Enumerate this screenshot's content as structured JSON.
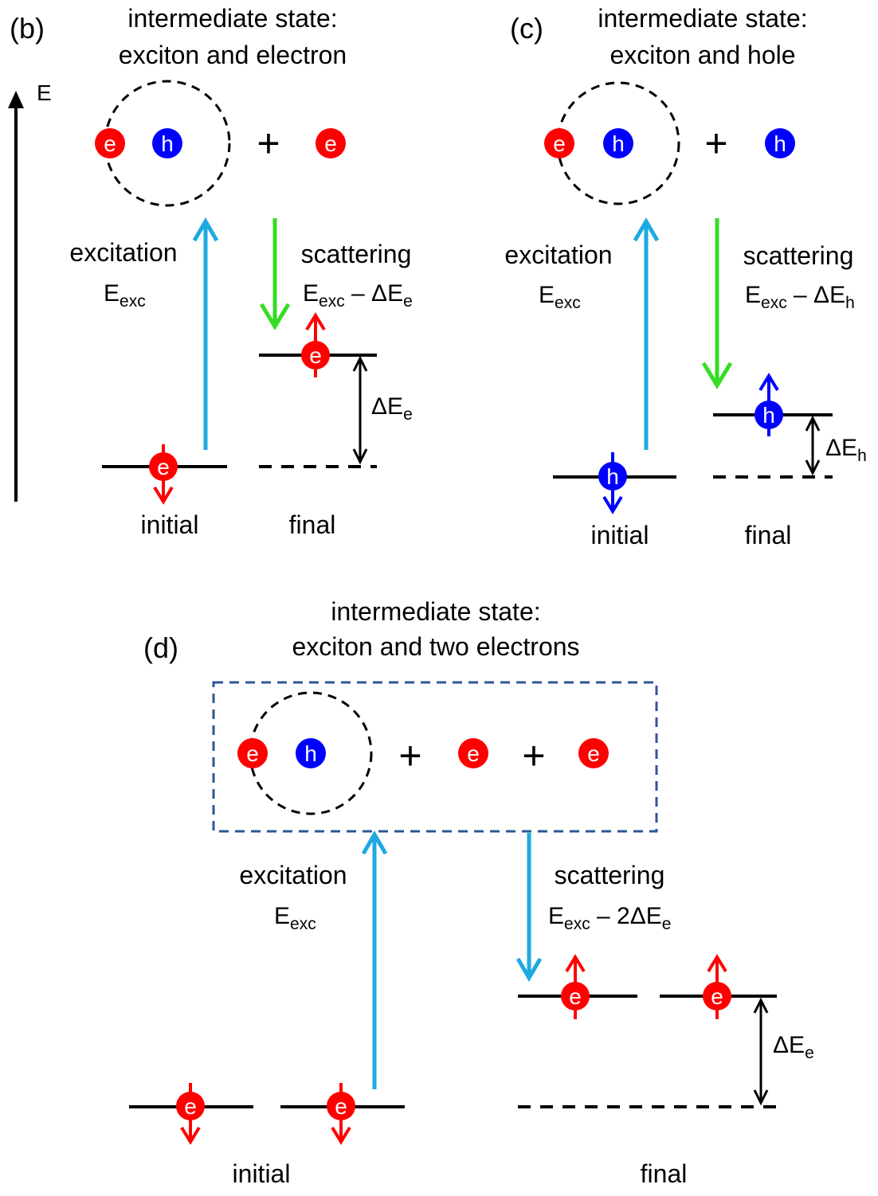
{
  "panel_b": {
    "label": "(b)",
    "title_line1": "intermediate state:",
    "title_line2": "exciton and electron",
    "axis_label": "E",
    "excitation": "excitation",
    "e_sym": "E",
    "exc_sub": "exc",
    "scattering": "scattering",
    "scat_minus": " – ΔE",
    "scat_sub": "e",
    "delta_main": "ΔE",
    "delta_sub": "e",
    "initial": "initial",
    "final": "final",
    "plus": "+",
    "electron": "e",
    "hole": "h"
  },
  "panel_c": {
    "label": "(c)",
    "title_line1": "intermediate state:",
    "title_line2": "exciton and hole",
    "excitation": "excitation",
    "e_sym": "E",
    "exc_sub": "exc",
    "scattering": "scattering",
    "scat_minus": " – ΔE",
    "scat_sub": "h",
    "delta_main": "ΔE",
    "delta_sub": "h",
    "initial": "initial",
    "final": "final",
    "plus": "+",
    "electron": "e",
    "hole": "h"
  },
  "panel_d": {
    "label": "(d)",
    "title_line1": "intermediate state:",
    "title_line2": "exciton and two electrons",
    "excitation": "excitation",
    "e_sym": "E",
    "exc_sub": "exc",
    "scattering": "scattering",
    "scat_minus": " – 2ΔE",
    "scat_sub": "e",
    "delta_main": "ΔE",
    "delta_sub": "e",
    "initial": "initial",
    "final": "final",
    "plus": "+",
    "electron": "e",
    "hole": "h"
  },
  "colors": {
    "electron": "#ff0000",
    "hole": "#0000ff",
    "excitation_arrow": "#1ea9e1",
    "scattering_arrow_bc": "#33dd22",
    "scattering_arrow_d": "#1ea9e1",
    "frame": "#2f5597",
    "line": "#000000"
  }
}
